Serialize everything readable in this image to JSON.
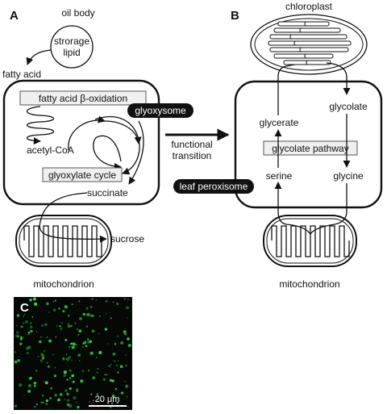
{
  "panels": {
    "a": "A",
    "b": "B",
    "c": "C"
  },
  "panel_a": {
    "oil_body": "oil body",
    "storage_lipid_line1": "strorage",
    "storage_lipid_line2": "lipid",
    "fatty_acid": "fatty acid",
    "beta_oxidation": "fatty acid β-oxidation",
    "glyoxysome": "glyoxysome",
    "acetyl_coa": "acetyl-CoA",
    "glyoxylate_cycle": "glyoxylate cycle",
    "succinate": "succinate",
    "sucrose": "sucrose",
    "mitochondrion": "mitochondrion"
  },
  "transition": {
    "line1": "functional",
    "line2": "transition"
  },
  "panel_b": {
    "chloroplast": "chloroplast",
    "glycerate": "glycerate",
    "glycolate": "glycolate",
    "glycolate_pathway": "glycolate pathway",
    "serine": "serine",
    "glycine": "glycine",
    "leaf_peroxisome": "leaf peroxisome",
    "mitochondrion": "mitochondrion"
  },
  "panel_c": {
    "scale_bar": "20 μm"
  },
  "colors": {
    "fluorescence": "#39d94a",
    "micrograph_bg": "#050805",
    "pill": "#111111",
    "box_fill": "#f0f0f0"
  }
}
